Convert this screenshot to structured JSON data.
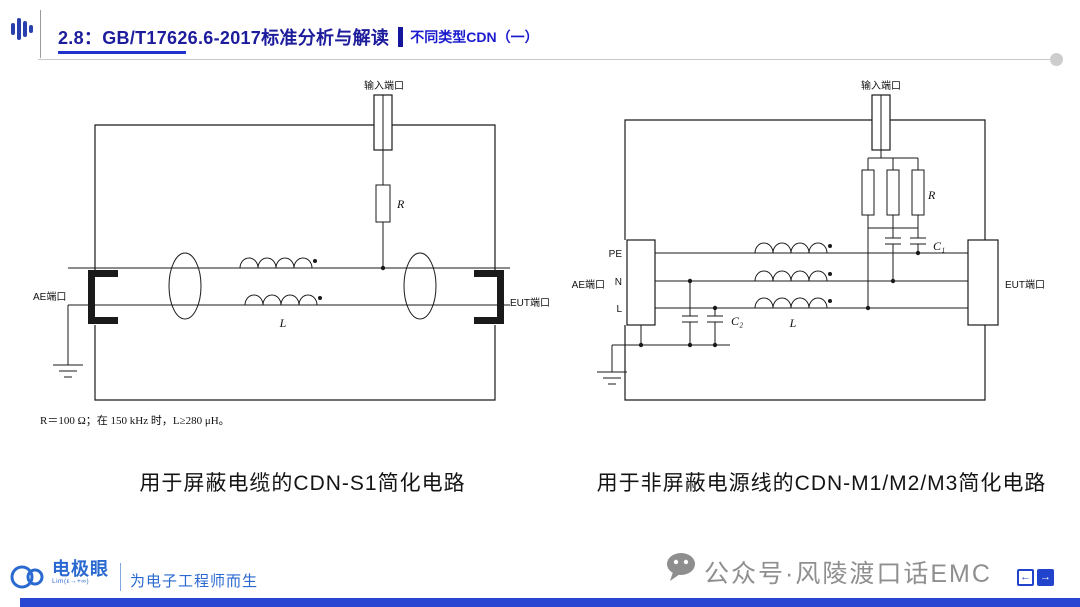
{
  "header": {
    "title": "2.8：GB/T17626.6-2017标准分析与解读",
    "subtitle": "不同类型CDN（一）"
  },
  "diagram_left": {
    "input_port_label": "输入端口",
    "resistor_label": "R",
    "ae_port_label": "AE端口",
    "eut_port_label": "EUT端口",
    "inductor_label": "L",
    "note": "R＝100 Ω；在 150 kHz 时，L≥280 μH。",
    "caption": "用于屏蔽电缆的CDN-S1简化电路"
  },
  "diagram_right": {
    "input_port_label": "输入端口",
    "resistor_label": "R",
    "c1_label": "C₁",
    "c2_label": "C₂",
    "pe_label": "PE",
    "n_label": "N",
    "l_wire_label": "L",
    "ae_port_label": "AE端口",
    "eut_port_label": "EUT端口",
    "inductor_label": "L",
    "caption": "用于非屏蔽电源线的CDN-M1/M2/M3简化电路"
  },
  "footer": {
    "brand_name": "电极眼",
    "brand_sub": "Lim(ε→+∞)",
    "slogan": "为电子工程师而生",
    "watermark": "公众号·风陵渡口话EMC",
    "prev_icon": "←",
    "next_icon": "→"
  },
  "colors": {
    "title_blue": "#1c1c9c",
    "subtitle_blue": "#1a1ace",
    "brand_blue": "#2a6ad0",
    "watermark_gray": "#8f8f8f",
    "bottom_bar_blue": "#2946d2",
    "schematic_ink": "#1a1a1a"
  }
}
